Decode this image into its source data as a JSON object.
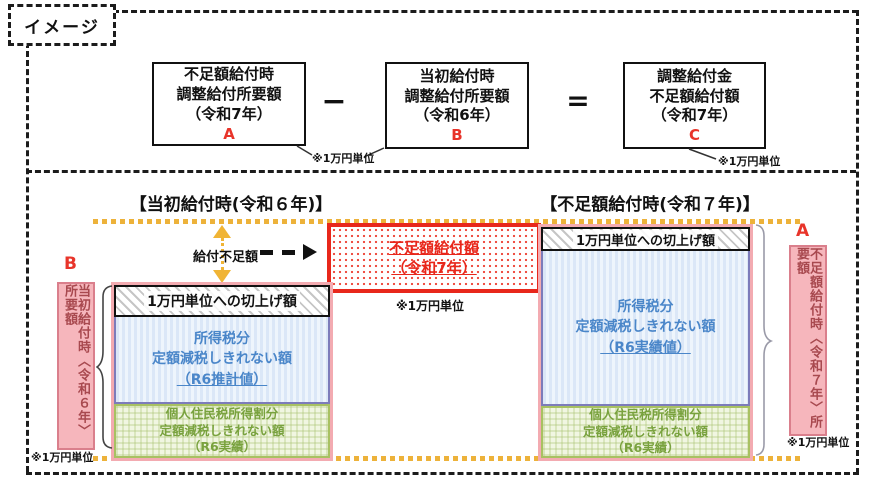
{
  "tag": {
    "label": "イメージ"
  },
  "formula": {
    "box_a": {
      "line1": "不足額給付時",
      "line2": "調整給付所要額",
      "line3": "（令和7年）",
      "letter": "A"
    },
    "minus": "−",
    "box_b": {
      "line1": "当初給付時",
      "line2": "調整給付所要額",
      "line3": "（令和6年）",
      "letter": "B"
    },
    "equals": "=",
    "box_c": {
      "line1": "調整給付金",
      "line2": "不足額給付額",
      "line3": "（令和7年）",
      "letter": "C"
    },
    "note_ab": "※1万円単位",
    "note_c": "※1万円単位"
  },
  "diagram": {
    "left_title": "【当初給付時(令和６年)】",
    "right_title": "【不足額給付時(令和７年)】",
    "shortfall_label": "給付不足額",
    "red_box": {
      "line1": "不足額給付額",
      "line2": "（令和7年）",
      "note": "※1万円単位"
    },
    "left_bar": {
      "rounding": "1万円単位への切上げ額",
      "income1": "所得税分",
      "income2": "定額減税しきれない額",
      "income3": "（R6推計値）",
      "resident1": "個人住民税所得割分",
      "resident2": "定額減税しきれない額",
      "resident3": "（R6実績）"
    },
    "right_bar": {
      "rounding": "1万円単位への切上げ額",
      "income1": "所得税分",
      "income2": "定額減税しきれない額",
      "income3": "（R6実績値）",
      "resident1": "個人住民税所得割分",
      "resident2": "定額減税しきれない額",
      "resident3": "（R6実績）"
    },
    "label_b": {
      "letter": "B",
      "text": "当初給付時〈令和６年〉所要額",
      "note": "※1万円単位"
    },
    "label_a": {
      "letter": "A",
      "text": "不足額給付時〈令和７年〉所要額",
      "note": "※1万円単位"
    }
  },
  "colors": {
    "accent_red": "#e8271b",
    "letter_red": "#e8342a",
    "guide_yellow": "#edb23a",
    "income_blue": "#4a86c9",
    "resident_green": "#79a23e",
    "pink_fill": "#f6b6bc",
    "pink_border": "#da7f8c"
  }
}
